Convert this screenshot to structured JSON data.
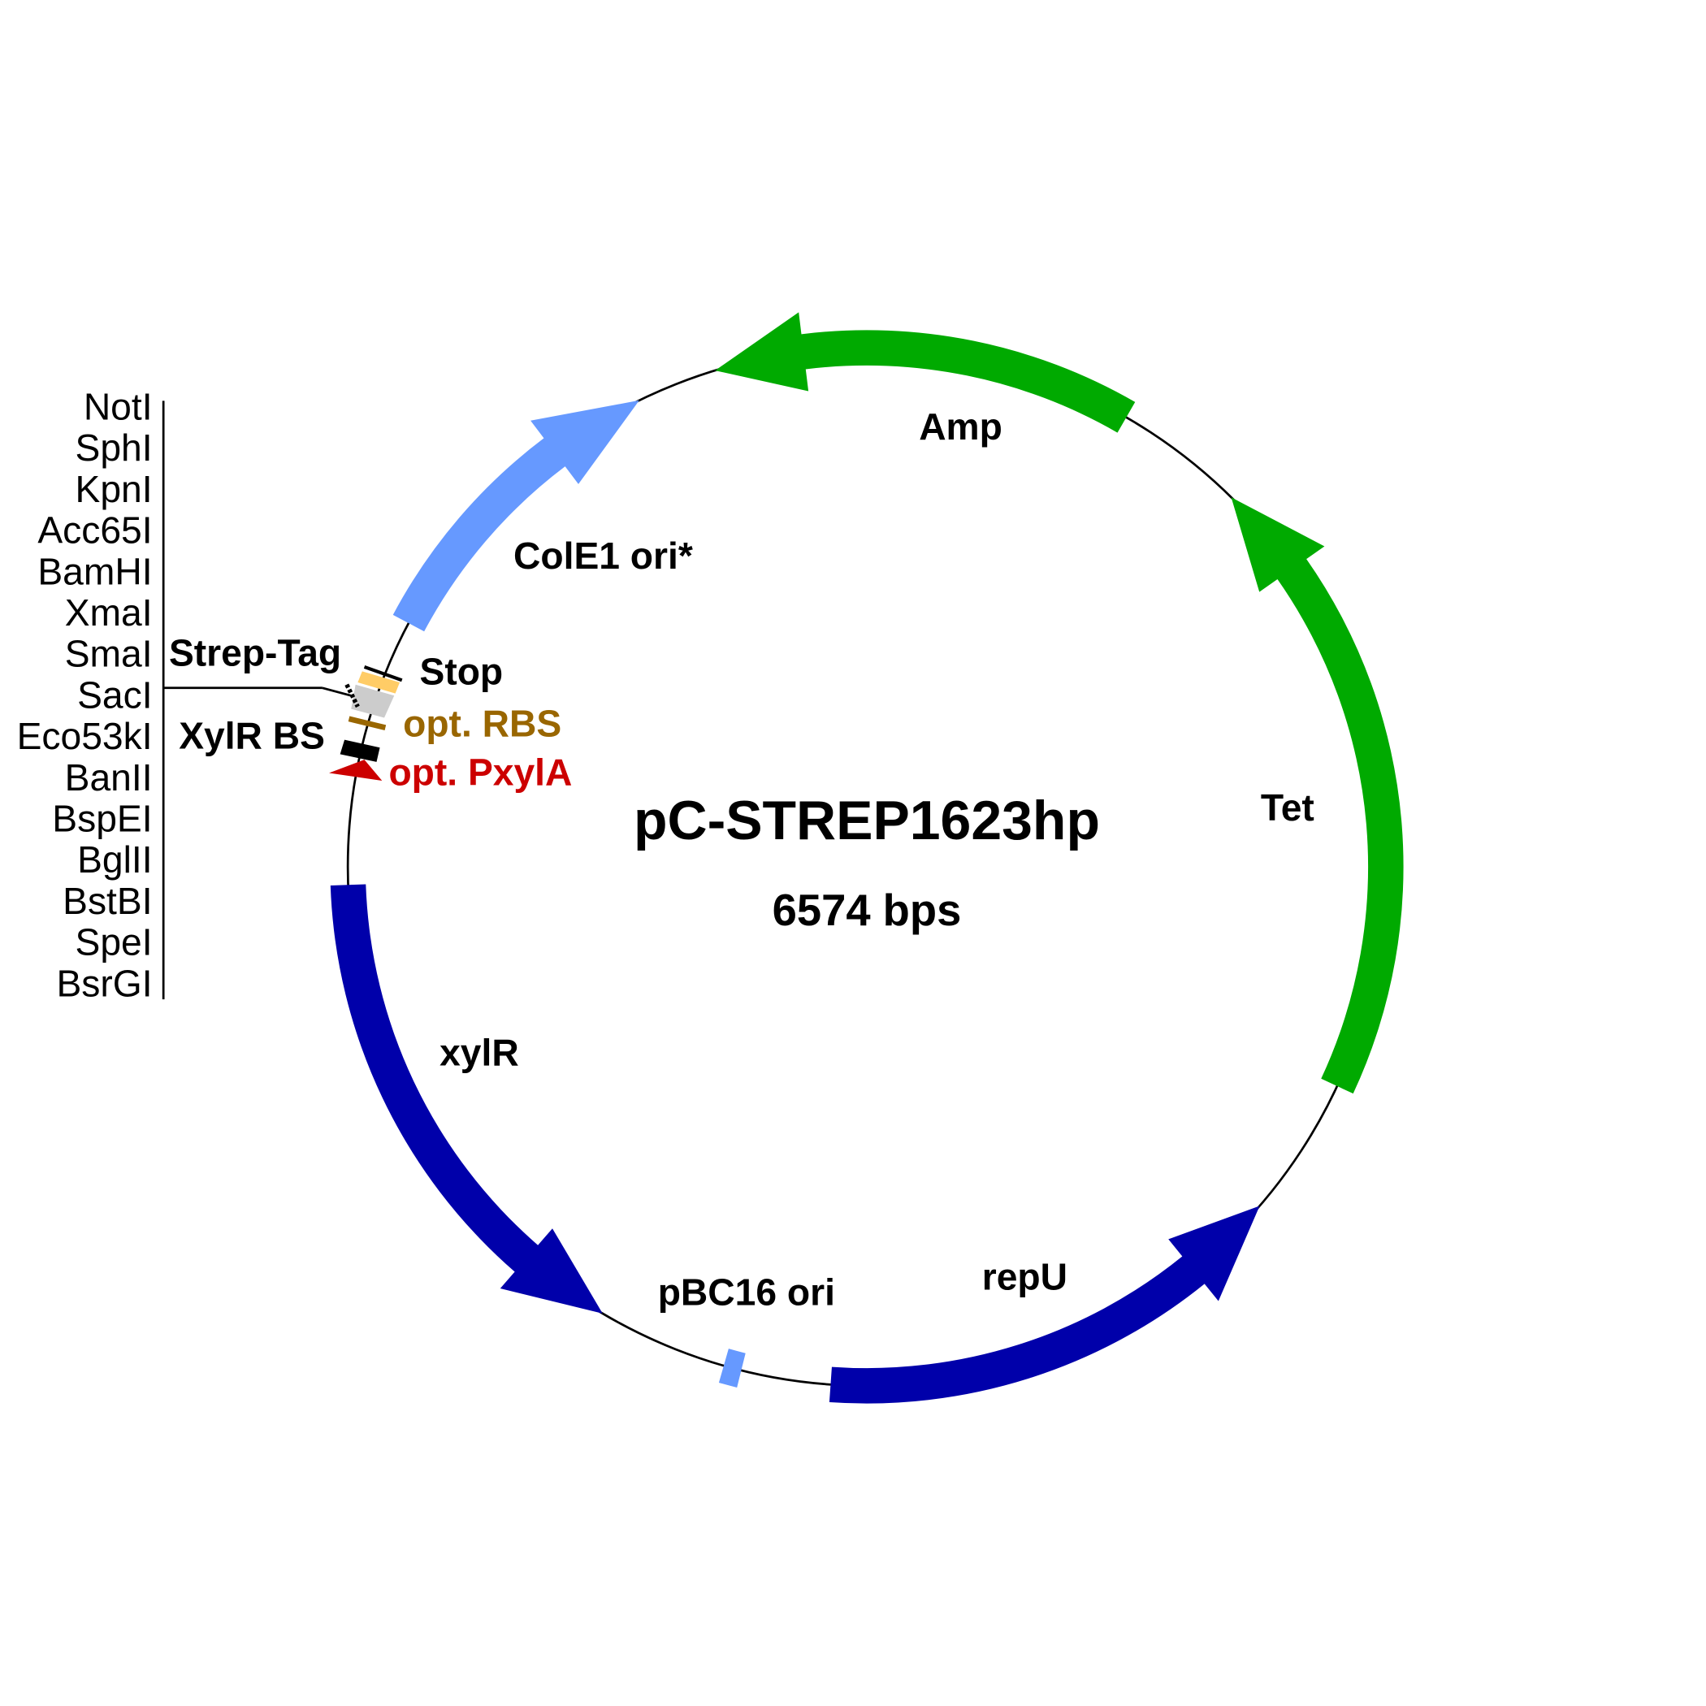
{
  "plasmid": {
    "name": "pC-STREP1623hp",
    "size": "6574 bps"
  },
  "features": {
    "amp": "Amp",
    "tet": "Tet",
    "cole1": "ColE1 ori*",
    "xylr": "xylR",
    "repu": "repU",
    "pbc16": "pBC16 ori",
    "strep": "Strep-Tag",
    "stop": "Stop",
    "rbs": "opt. RBS",
    "xylrbs": "XylR BS",
    "pxyla": "opt. PxylA"
  },
  "enzymes": [
    "NotI",
    "SphI",
    "KpnI",
    "Acc65I",
    "BamHI",
    "XmaI",
    "SmaI",
    "SacI",
    "Eco53kI",
    "BanII",
    "BspEI",
    "BglII",
    "BstBI",
    "SpeI",
    "BsrGI"
  ],
  "colors": {
    "green": "#00aa00",
    "darkblue": "#0000aa",
    "lightblue": "#6699ff",
    "rbs": "#996600",
    "pxyla": "#cc0000",
    "strep": "#cccccc",
    "stopYellow": "#ffcc66"
  }
}
